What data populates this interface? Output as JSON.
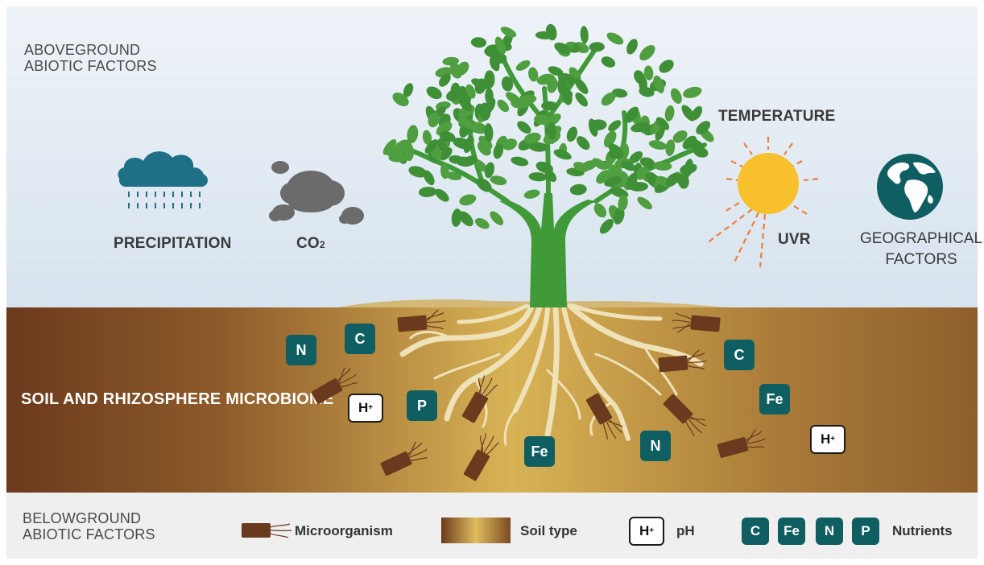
{
  "header": {
    "above_line1": "ABOVEGROUND",
    "above_line2": "ABIOTIC FACTORS",
    "below_line1": "BELOWGROUND",
    "below_line2": "ABIOTIC FACTORS"
  },
  "factors": {
    "precipitation": "PRECIPITATION",
    "co2_main": "CO",
    "co2_sub": "2",
    "temperature": "TEMPERATURE",
    "uvr": "UVR",
    "geo_line1": "GEOGRAPHICAL",
    "geo_line2": "FACTORS"
  },
  "soil": {
    "title": "SOIL AND RHIZOSPHERE MICROBIOME",
    "chips": [
      "N",
      "C",
      "P",
      "Fe",
      "N",
      "C",
      "Fe"
    ],
    "h_symbol": "H",
    "h_charge": "+"
  },
  "legend": {
    "microorganism": "Microorganism",
    "soil_type": "Soil type",
    "h_symbol": "H",
    "h_charge": "+",
    "ph": "pH",
    "nutrient_chips": [
      "C",
      "Fe",
      "N",
      "P"
    ],
    "nutrients": "Nutrients"
  },
  "colors": {
    "sky": "#dde8f1",
    "soil_dark": "#6b3d1e",
    "soil_light": "#d9b453",
    "tree_green": "#3f9a37",
    "roots": "#efe1b8",
    "nutrient_teal": "#0e5e62",
    "rain_cloud": "#1f6f87",
    "co2_cloud": "#6b6b6b",
    "sun": "#f8c02c",
    "sun_rays": "#ef7d3c",
    "microbe": "#6a3a1e"
  },
  "icons": [
    "rain-cloud-icon",
    "co2-cloud-icon",
    "sun-icon",
    "globe-icon",
    "tree-icon",
    "microorganism-icon"
  ]
}
